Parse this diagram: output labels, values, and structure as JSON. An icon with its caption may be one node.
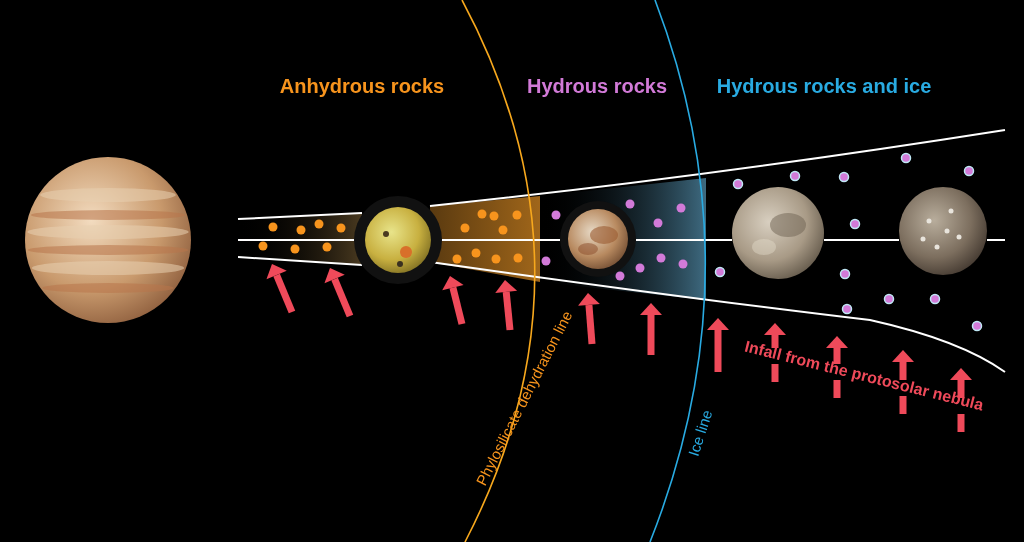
{
  "diagram": {
    "nodes": [
      {
        "text": [],
        "shape": "picture"
      },
      {
        "text": [],
        "shape": "picture"
      },
      {
        "text": [],
        "shape": "picture"
      },
      {
        "text": [],
        "shape": "picture"
      },
      {
        "text": [],
        "shape": "picture"
      }
    ],
    "labels": [
      "Anhydrous rocks",
      "Hydrous rocks",
      "Hydrous rocks and ice",
      "Phylosilicate dehydration line",
      "Ice line",
      "Infall from the protosolar nebula"
    ]
  }
}
